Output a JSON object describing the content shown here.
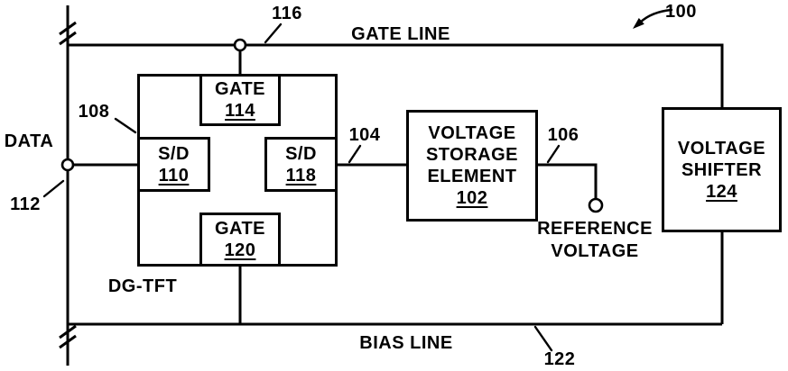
{
  "figure": {
    "ref": "100"
  },
  "data_line": {
    "label": "DATA",
    "ref": "112"
  },
  "gate_line": {
    "label": "GATE LINE",
    "ref": "116"
  },
  "bias_line": {
    "label": "BIAS LINE",
    "ref": "122"
  },
  "dg_tft": {
    "label": "DG-TFT",
    "ref": "108",
    "gate_top": {
      "label": "GATE",
      "ref": "114"
    },
    "sd_left": {
      "label": "S/D",
      "ref": "110"
    },
    "sd_right": {
      "label": "S/D",
      "ref": "118"
    },
    "gate_bottom": {
      "label": "GATE",
      "ref": "120"
    }
  },
  "wires": {
    "storage_ref": "104",
    "reference_ref": "106"
  },
  "storage_element": {
    "label_lines": [
      "VOLTAGE",
      "STORAGE",
      "ELEMENT"
    ],
    "ref": "102"
  },
  "reference_voltage": {
    "label_lines": [
      "REFERENCE",
      "VOLTAGE"
    ]
  },
  "voltage_shifter": {
    "label_lines": [
      "VOLTAGE",
      "SHIFTER"
    ],
    "ref": "124"
  }
}
